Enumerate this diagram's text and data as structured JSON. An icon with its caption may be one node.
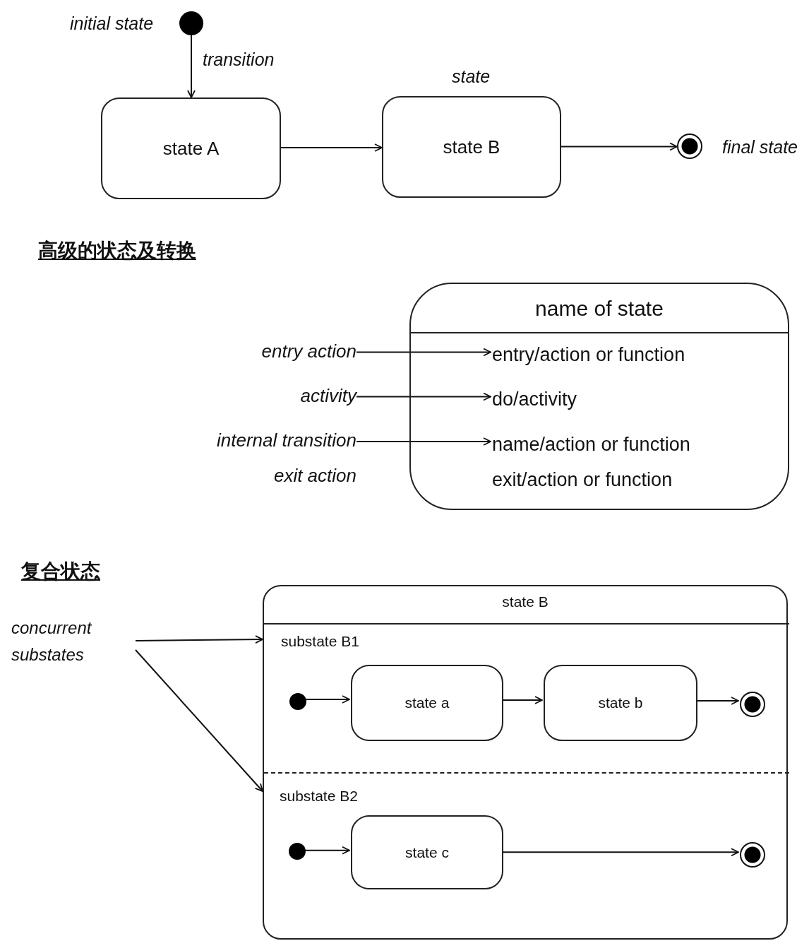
{
  "diagram": {
    "nodes": [
      {
        "text": [],
        "shape": "circle",
        "beside": [
          "initial state"
        ]
      },
      {
        "text": [
          "state A"
        ]
      },
      {
        "text": [
          "state B"
        ],
        "beside": [
          "state"
        ]
      },
      {
        "text": [],
        "shape": "circle",
        "beside": [
          "final state"
        ]
      },
      {
        "text": [
          "name of state",
          "exit/action or function"
        ]
      },
      {
        "text": [
          "entry/action or function"
        ],
        "in": 4
      },
      {
        "text": [
          "do/activity"
        ],
        "in": 4
      },
      {
        "text": [
          "name/action or function"
        ],
        "in": 4
      },
      {
        "text": [
          "entry action"
        ]
      },
      {
        "text": [
          "activity"
        ]
      },
      {
        "text": [
          "internal transition"
        ]
      },
      {
        "text": [
          "concurrent substates"
        ]
      },
      {
        "text": [
          "state B"
        ]
      },
      {
        "text": [
          "substate B1"
        ],
        "in": 12
      },
      {
        "text": [],
        "shape": "circle",
        "in": 13
      },
      {
        "text": [
          "state a"
        ],
        "in": 13
      },
      {
        "text": [
          "state b"
        ],
        "in": 13
      },
      {
        "text": [],
        "shape": "circle",
        "in": 13
      },
      {
        "text": [
          "substate B2"
        ],
        "in": 12
      },
      {
        "text": [],
        "shape": "circle",
        "in": 18
      },
      {
        "text": [
          "state c"
        ],
        "in": 18
      },
      {
        "text": [],
        "shape": "circle",
        "in": 18
      }
    ],
    "edges": [
      {
        "from": 0,
        "to": 1,
        "arrow": "to",
        "label": "transition"
      },
      {
        "from": 1,
        "to": 2,
        "arrow": "to"
      },
      {
        "from": 2,
        "to": 3,
        "arrow": "to"
      },
      {
        "from": 8,
        "to": 5,
        "arrow": "to"
      },
      {
        "from": 9,
        "to": 6,
        "arrow": "to"
      },
      {
        "from": 10,
        "to": 7,
        "arrow": "to"
      },
      {
        "from": 11,
        "to": 13,
        "arrow": "to"
      },
      {
        "from": 11,
        "to": 18,
        "arrow": "to"
      },
      {
        "from": 14,
        "to": 15,
        "arrow": "to"
      },
      {
        "from": 15,
        "to": 16,
        "arrow": "to"
      },
      {
        "from": 16,
        "to": 17,
        "arrow": "to"
      },
      {
        "from": 19,
        "to": 20,
        "arrow": "to"
      },
      {
        "from": 20,
        "to": 21,
        "arrow": "to"
      }
    ],
    "labels": [
      "高级的状态及转换",
      "exit action",
      "复合状态"
    ]
  }
}
